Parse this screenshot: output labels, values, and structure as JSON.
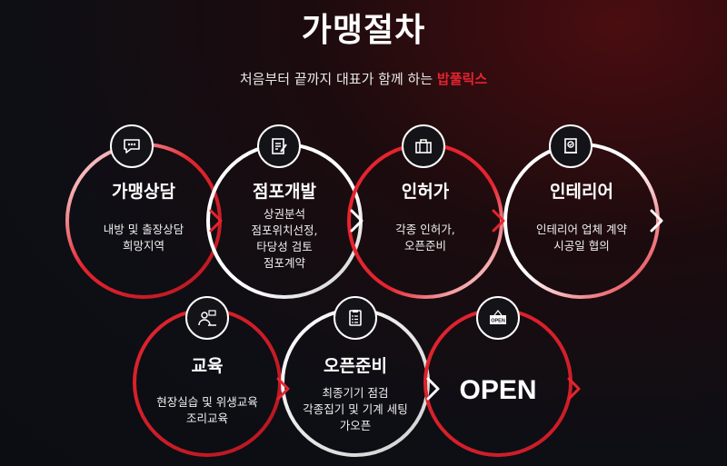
{
  "title": "가맹절차",
  "subtitle": {
    "text": "처음부터 끝까지 대표가 함께 하는",
    "brand": "밥풀릭스"
  },
  "colors": {
    "accent": "#e5242f",
    "white": "#ffffff",
    "background": "#0d0f15"
  },
  "steps": [
    {
      "icon": "chat-bubble-icon",
      "title": "가맹상담",
      "desc": [
        "내방 및 출장상담",
        "희망지역"
      ]
    },
    {
      "icon": "document-pen-icon",
      "title": "점포개발",
      "desc": [
        "상권분석",
        "점포위치선정,",
        "타당성 검토",
        "점포계약"
      ]
    },
    {
      "icon": "briefcase-icon",
      "title": "인허가",
      "desc": [
        "각종 인허가,",
        "오픈준비"
      ]
    },
    {
      "icon": "certificate-icon",
      "title": "인테리어",
      "desc": [
        "인테리어 업체 계약",
        "시공일 협의"
      ]
    },
    {
      "icon": "teacher-icon",
      "title": "교육",
      "desc": [
        "현장실습 및 위생교육",
        "조리교육"
      ]
    },
    {
      "icon": "checklist-icon",
      "title": "오픈준비",
      "desc": [
        "최종기기 점검",
        "각종집기 및 기계 세팅",
        "가오픈"
      ]
    },
    {
      "icon": "open-sign-icon",
      "title": "OPEN",
      "sign": "OPEN",
      "desc": []
    }
  ]
}
